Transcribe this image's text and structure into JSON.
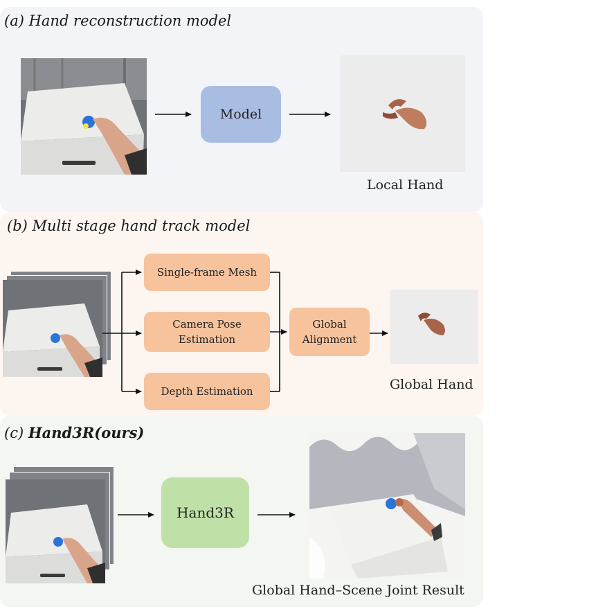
{
  "panel_a": {
    "title": "(a) Hand reconstruction model",
    "model_label": "Model",
    "output_caption": "Local Hand"
  },
  "panel_b": {
    "title": "(b) Multi stage hand track model",
    "stages": [
      "Single-frame Mesh",
      "Camera Pose Estimation",
      "Depth Estimation"
    ],
    "alignment_label": "Global Alignment",
    "output_caption": "Global Hand"
  },
  "panel_c": {
    "title_prefix": "(c) ",
    "title_bold": "Hand3R(ours)",
    "model_label": "Hand3R",
    "output_caption": "Global Hand–Scene Joint Result"
  },
  "colors": {
    "panel_a_bg": "#f3f4f8",
    "panel_b_bg": "#fdf5f0",
    "panel_c_bg": "#f4f6f1",
    "model_box": "#a9bde3",
    "stage_box": "#f6c39d",
    "hand3r_box": "#bfe0a7"
  }
}
